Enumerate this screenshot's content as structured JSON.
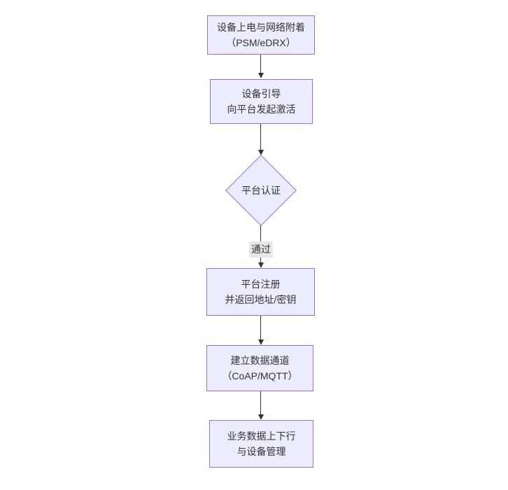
{
  "diagram": {
    "type": "flowchart",
    "direction": "top-down",
    "nodes": [
      {
        "id": "A",
        "shape": "rect",
        "lines": [
          "设备上电与网络附着",
          "（PSM/eDRX）"
        ]
      },
      {
        "id": "B",
        "shape": "rect",
        "lines": [
          "设备引导",
          "向平台发起激活"
        ]
      },
      {
        "id": "C",
        "shape": "diamond",
        "lines": [
          "平台认证"
        ]
      },
      {
        "id": "D",
        "shape": "rect",
        "lines": [
          "平台注册",
          "并返回地址/密钥"
        ]
      },
      {
        "id": "E",
        "shape": "rect",
        "lines": [
          "建立数据通道",
          "（CoAP/MQTT）"
        ]
      },
      {
        "id": "F",
        "shape": "rect",
        "lines": [
          "业务数据上下行",
          "与设备管理"
        ]
      }
    ],
    "edges": [
      {
        "from": "A",
        "to": "B",
        "label": ""
      },
      {
        "from": "B",
        "to": "C",
        "label": ""
      },
      {
        "from": "C",
        "to": "D",
        "label": "通过"
      },
      {
        "from": "D",
        "to": "E",
        "label": ""
      },
      {
        "from": "E",
        "to": "F",
        "label": ""
      }
    ],
    "colors": {
      "node_fill": "#ECECFF",
      "node_border": "#9370DB",
      "text": "#333333",
      "edge_line": "#333333",
      "edge_label_bg": "#e8e8e8",
      "background": "#ffffff"
    }
  }
}
